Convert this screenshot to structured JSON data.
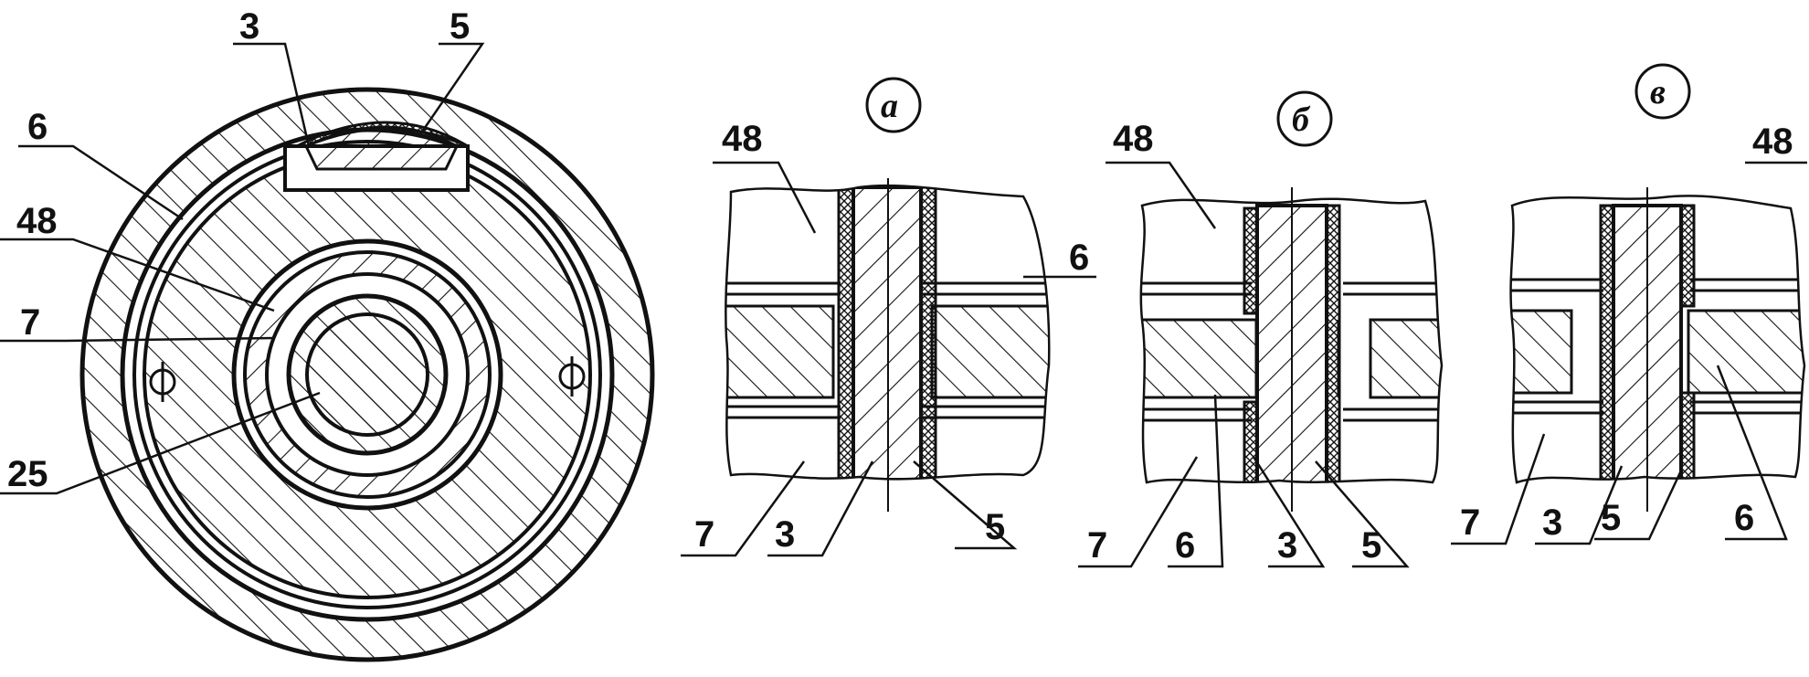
{
  "figure": {
    "main_view": {
      "labels": {
        "top_left": "3",
        "top_right": "5",
        "left_1": "6",
        "left_2": "48",
        "left_3": "7",
        "left_4": "25"
      }
    },
    "variant_a": {
      "title": "а",
      "labels": {
        "top": "48",
        "right": "6",
        "bottom_1": "7",
        "bottom_2": "3",
        "bottom_3": "5"
      }
    },
    "variant_b": {
      "title": "б",
      "labels": {
        "top": "48",
        "bottom_1": "7",
        "bottom_2": "6",
        "bottom_3": "3",
        "bottom_4": "5"
      }
    },
    "variant_v": {
      "title": "в",
      "labels": {
        "top": "48",
        "bottom_1": "7",
        "bottom_2": "3",
        "bottom_3": "5",
        "bottom_4": "6"
      }
    }
  },
  "colors": {
    "ink": "#111111",
    "paper": "#ffffff"
  }
}
